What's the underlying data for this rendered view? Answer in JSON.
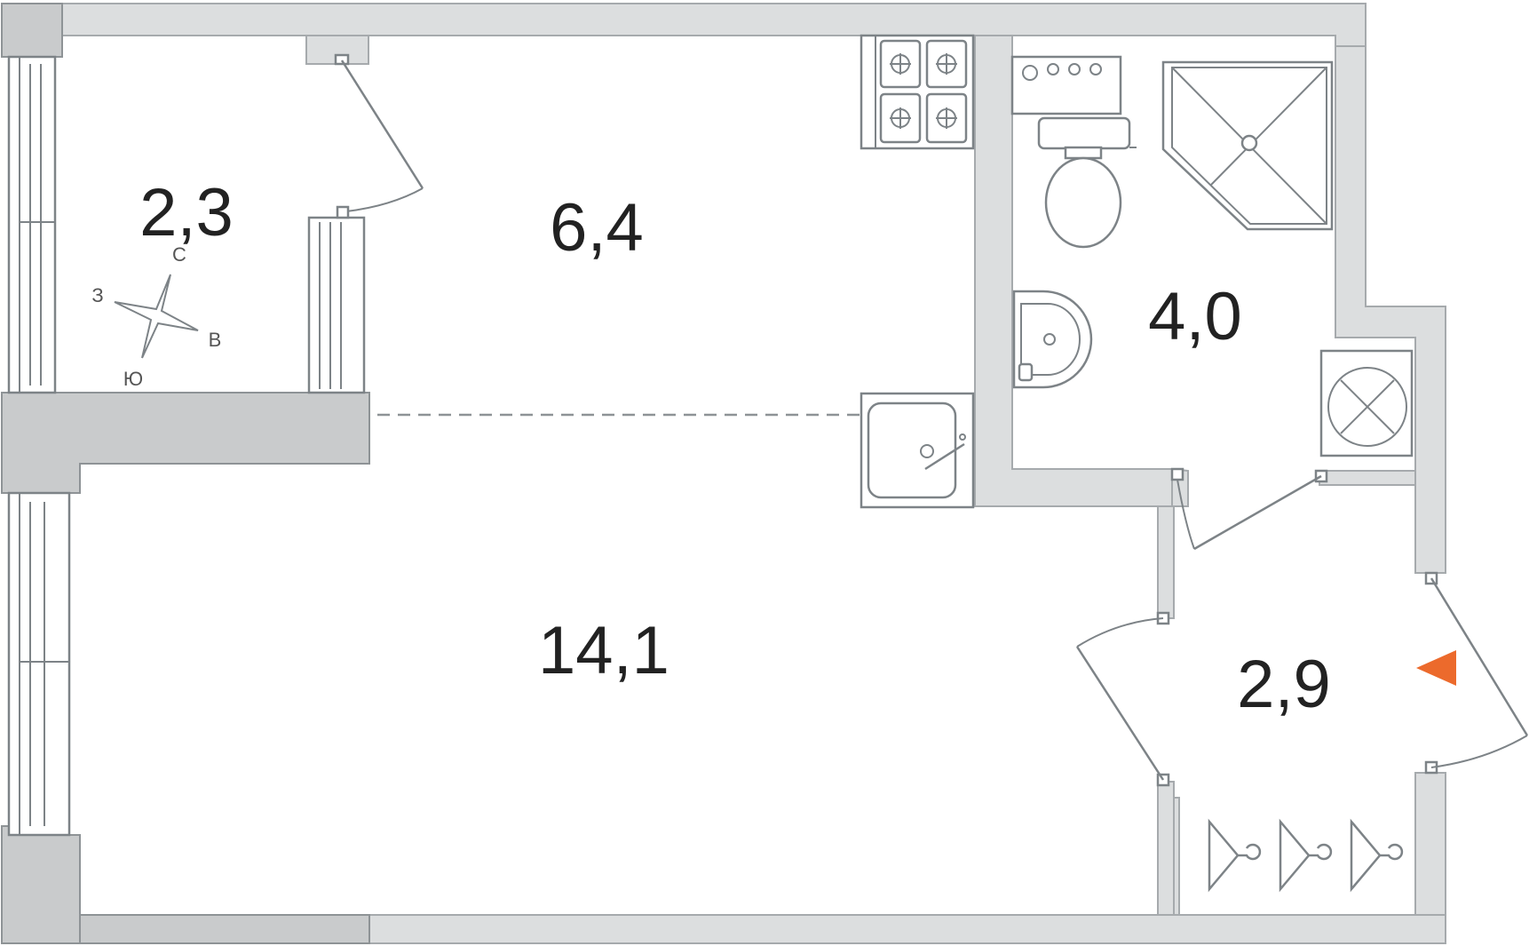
{
  "rooms": [
    {
      "id": "balcony",
      "area": "2,3"
    },
    {
      "id": "kitchen",
      "area": "6,4"
    },
    {
      "id": "bathroom",
      "area": "4,0"
    },
    {
      "id": "living",
      "area": "14,1"
    },
    {
      "id": "hall",
      "area": "2,9"
    }
  ],
  "compass": {
    "north": "С",
    "east": "В",
    "south": "Ю",
    "west": "З"
  },
  "colors": {
    "wall": "#c9cbcc",
    "wall_outline": "#8e9396",
    "fixture": "#7d8387",
    "entrance_marker": "#ec6a2c",
    "label": "#222222"
  },
  "icons": [
    "stove-icon",
    "washing-machine-icon",
    "toilet-icon",
    "shower-icon",
    "washbasin-icon",
    "ventilation-shaft-icon",
    "kitchen-sink-icon",
    "hanger-icon",
    "entrance-arrow-icon",
    "compass-icon"
  ]
}
